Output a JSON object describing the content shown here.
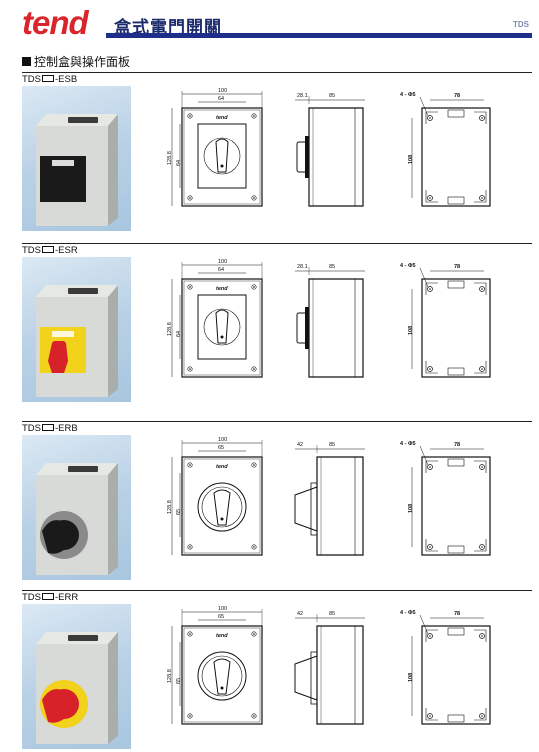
{
  "header": {
    "logo": "tend",
    "title": "盒式電門開關",
    "brand_tag": "TDS"
  },
  "section": {
    "title": "控制盒與操作面板"
  },
  "rows": [
    {
      "prefix": "TDS",
      "suffix": "-ESB",
      "front": {
        "width": "100",
        "inner": "64",
        "height": "128.8",
        "inner_h": "64",
        "logo": "tend"
      },
      "side": {
        "a": "28.1",
        "b": "85"
      },
      "back": {
        "hole": "4 - Φ5",
        "w": "78",
        "h": "108"
      },
      "colors": {
        "panel": "#1a1a1a",
        "handle": "#1a1a1a"
      }
    },
    {
      "prefix": "TDS",
      "suffix": "-ESR",
      "front": {
        "width": "100",
        "inner": "64",
        "height": "128.8",
        "inner_h": "64",
        "logo": "tend"
      },
      "side": {
        "a": "28.1",
        "b": "85"
      },
      "back": {
        "hole": "4 - Φ5",
        "w": "78",
        "h": "108"
      },
      "colors": {
        "panel": "#f2d21b",
        "handle": "#d8222a"
      }
    },
    {
      "prefix": "TDS",
      "suffix": "-ERB",
      "front": {
        "width": "100",
        "inner": "65",
        "height": "128.8",
        "inner_h": "65",
        "logo": "tend"
      },
      "side": {
        "a": "42",
        "b": "85"
      },
      "back": {
        "hole": "4 - Φ5",
        "w": "78",
        "h": "108"
      },
      "colors": {
        "panel": "#8a8a8a",
        "handle": "#1a1a1a"
      }
    },
    {
      "prefix": "TDS",
      "suffix": "-ERR",
      "front": {
        "width": "100",
        "inner": "65",
        "height": "128.8",
        "inner_h": "65",
        "logo": "tend"
      },
      "side": {
        "a": "42",
        "b": "85"
      },
      "back": {
        "hole": "4 - Φ5",
        "w": "78",
        "h": "108"
      },
      "colors": {
        "panel": "#f2d21b",
        "handle": "#d8222a"
      }
    }
  ]
}
